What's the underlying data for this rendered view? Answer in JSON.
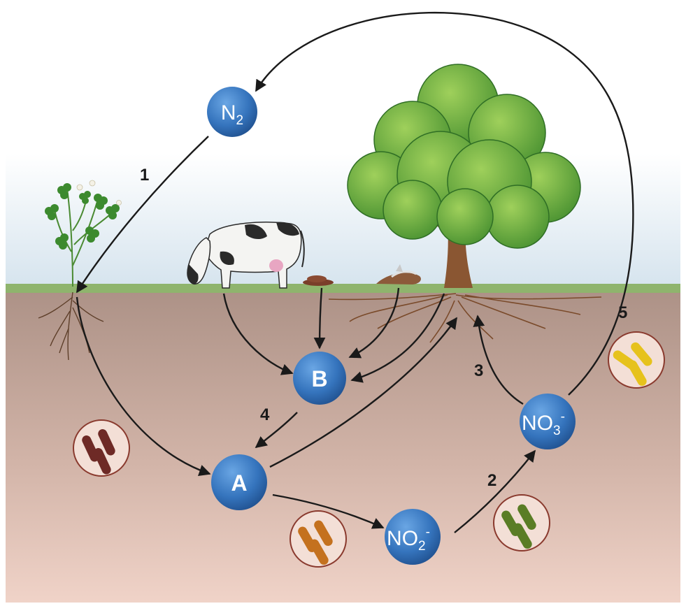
{
  "nodes": {
    "n2": {
      "main": "N",
      "sub": "2",
      "sup": ""
    },
    "b": {
      "main": "B"
    },
    "a": {
      "main": "A"
    },
    "no3": {
      "main": "NO",
      "sub": "3",
      "sup": "-"
    },
    "no2": {
      "main": "NO",
      "sub": "2",
      "sup": "-"
    }
  },
  "steps": [
    "1",
    "2",
    "3",
    "4",
    "5"
  ],
  "colors": {
    "node": "#2f6bb3",
    "sky_top": "#ffffff",
    "sky_bottom": "#d9e6ef",
    "grass": "#8fb46d",
    "soil_top": "#b0958a",
    "soil_bottom": "#efd2c7",
    "bacteria_dark": "#6e2a26",
    "bacteria_orange": "#c4711e",
    "bacteria_green": "#5a7d25",
    "bacteria_yellow": "#e6c21c"
  },
  "icons": [
    "clover-plant-icon",
    "cow-icon",
    "manure-icon",
    "dead-bird-icon",
    "tree-icon",
    "bacteria-icon"
  ]
}
